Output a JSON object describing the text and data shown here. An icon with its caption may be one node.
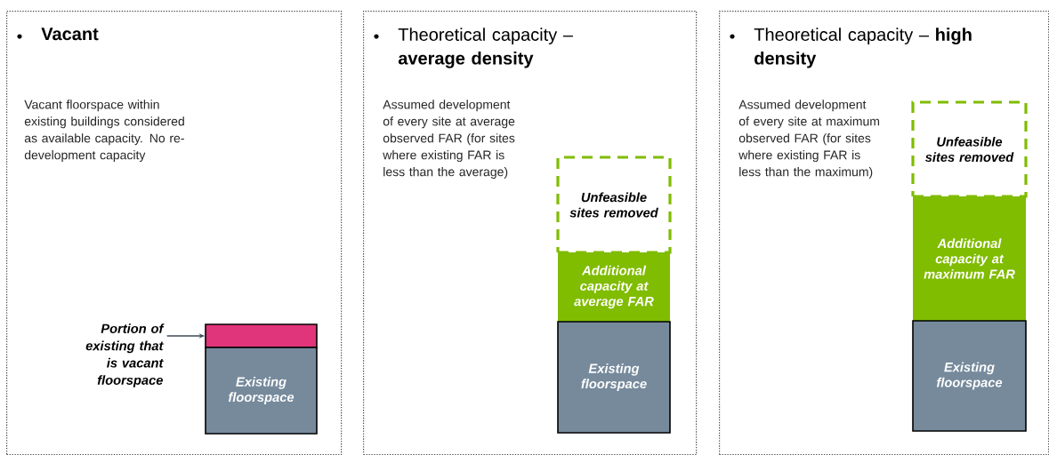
{
  "diagram": {
    "nodes": [
      {
        "text": [
          "Vacant",
          "Vacant floorspace within existing buildings considered as available capacity. No re-development capacity"
        ]
      },
      {
        "text": [],
        "shape": "bar",
        "in": 0
      },
      {
        "text": [
          "Existing floorspace"
        ],
        "in": 0
      },
      {
        "text": [
          "Portion of existing that is vacant floorspace"
        ],
        "in": 0
      },
      {
        "text": [
          "Theoretical capacity – **average density**",
          "Assumed development of every site at average observed FAR (for sites where existing FAR is less than the average)"
        ]
      },
      {
        "text": [
          "Unfeasible sites removed"
        ],
        "in": 4
      },
      {
        "text": [
          "Additional capacity at average FAR"
        ],
        "in": 4
      },
      {
        "text": [
          "Existing floorspace"
        ],
        "in": 4
      },
      {
        "text": [
          "Theoretical capacity – **high density**",
          "Assumed development of every site at maximum observed FAR (for sites where existing FAR is less than the maximum)"
        ]
      },
      {
        "text": [
          "Unfeasible sites removed"
        ],
        "in": 8
      },
      {
        "text": [
          "Additional capacity at maximum FAR"
        ],
        "in": 8
      },
      {
        "text": [
          "Existing floorspace"
        ],
        "in": 8
      }
    ],
    "edges": [
      {
        "from": 3,
        "to": 1,
        "arrow": "to"
      }
    ]
  }
}
